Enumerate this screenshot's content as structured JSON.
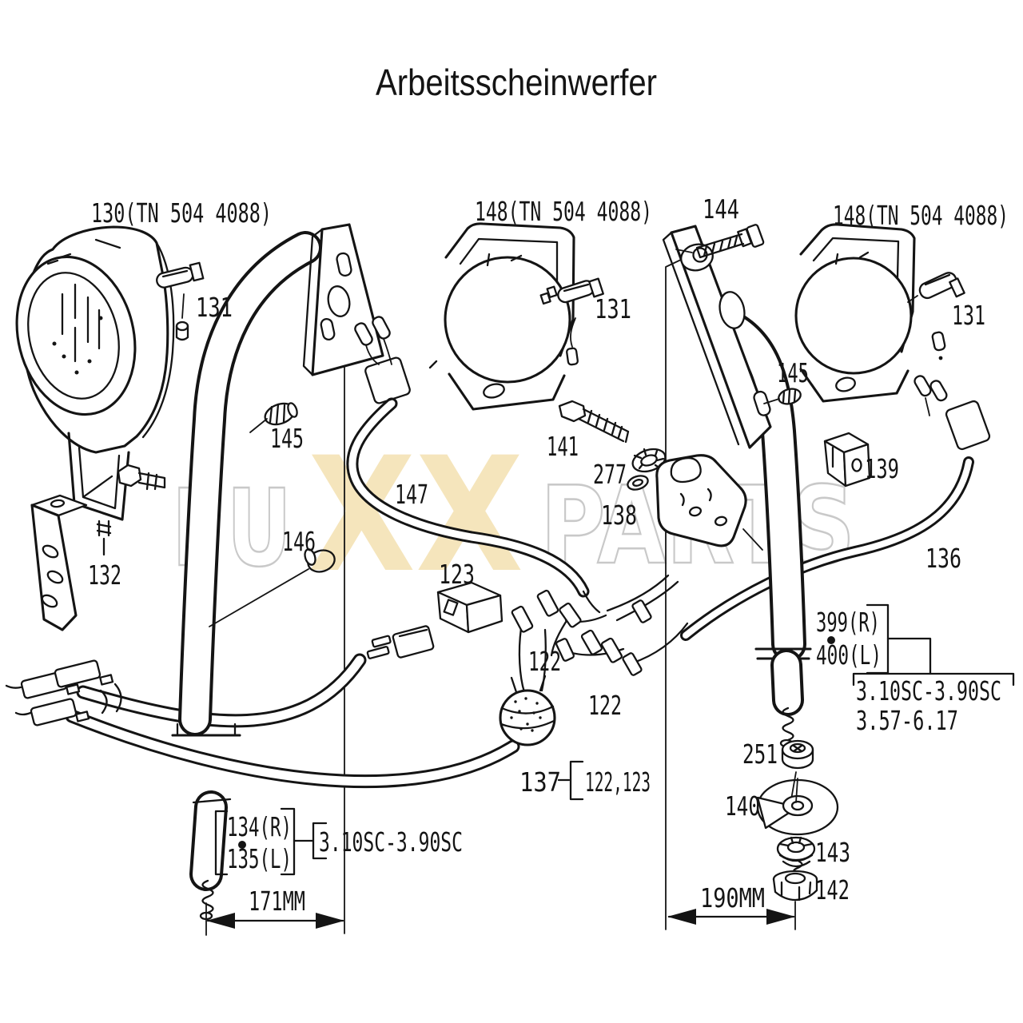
{
  "title": "Arbeitsscheinwerfer",
  "watermark": {
    "left": "FU",
    "mid": "XX",
    "right": "PARTS"
  },
  "parts": {
    "p130": "130(TN 504 4088)",
    "p148": "148(TN 504 4088)",
    "p131": "131",
    "p144": "144",
    "p145": "145",
    "p141": "141",
    "p277": "277",
    "p138": "138",
    "p139": "139",
    "p136": "136",
    "p132": "132",
    "p146": "146",
    "p147": "147",
    "p123": "123",
    "p122": "122",
    "p137": "137",
    "p137_refs": "122,123",
    "p251": "251",
    "p140": "140",
    "p143": "143",
    "p142": "142",
    "p399": "399(R)",
    "p400": "400(L)",
    "p134": "134(R)",
    "p135": "135(L)"
  },
  "models": {
    "right_line1": "3.10SC-3.90SC",
    "right_line2": "3.57-6.17",
    "left_line1": "3.10SC-3.90SC"
  },
  "dimensions": {
    "left": "171MM",
    "right": "190MM"
  },
  "colors": {
    "ink": "#141414",
    "watermark_outline": "#c9c9c9",
    "watermark_fill": "#f5e5bc"
  }
}
